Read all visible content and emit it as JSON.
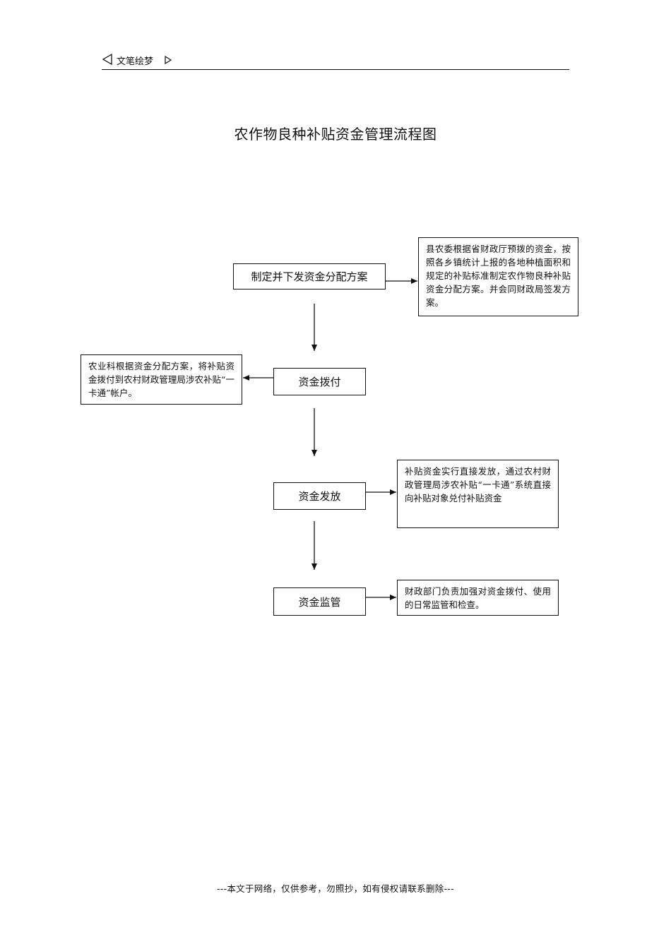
{
  "header": {
    "text": "文笔绘梦"
  },
  "title": "农作物良种补贴资金管理流程图",
  "steps": {
    "s1": "制定并下发资金分配方案",
    "s2": "资金拨付",
    "s3": "资金发放",
    "s4": "资金监管"
  },
  "notes": {
    "n1": "县农委根据省财政厅预拨的资金，按照各乡镇统计上报的各地种植面积和规定的补贴标准制定农作物良种补贴资金分配方案。并会同财政局签发方案。",
    "n2": "农业科根据资金分配方案，将补贴资金拨付到农村财政管理局涉农补贴“一卡通”帐户。",
    "n3": "补贴资金实行直接发放，通过农村财政管理局涉农补贴“一卡通”系统直接向补贴对象兑付补贴资金",
    "n4": "财政部门负责加强对资金拨付、使用的日常监管和检查。"
  },
  "footer": "---本文于网络，仅供参考，勿照抄，如有侵权请联系删除---"
}
